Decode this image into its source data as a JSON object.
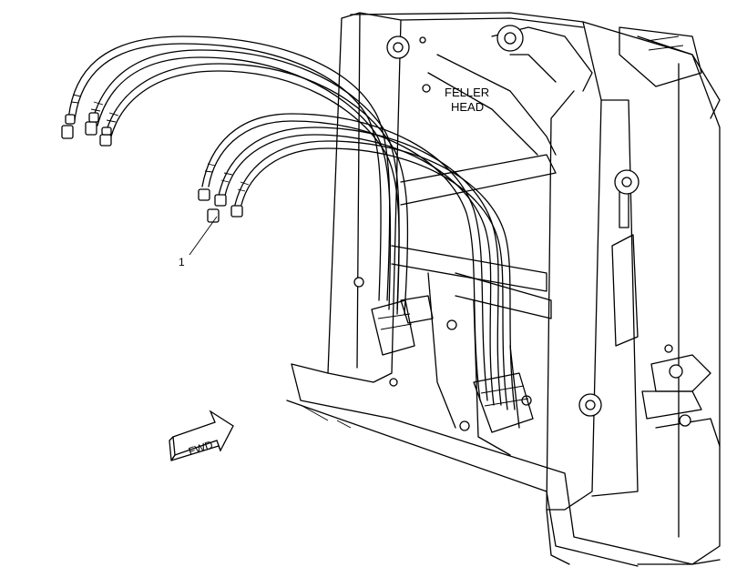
{
  "labels": {
    "feller_line1": "FELLER",
    "feller_line2": "HEAD",
    "fwd": "FWD",
    "callout_1": "1"
  },
  "colors": {
    "line": "#000000",
    "background": "#ffffff"
  }
}
